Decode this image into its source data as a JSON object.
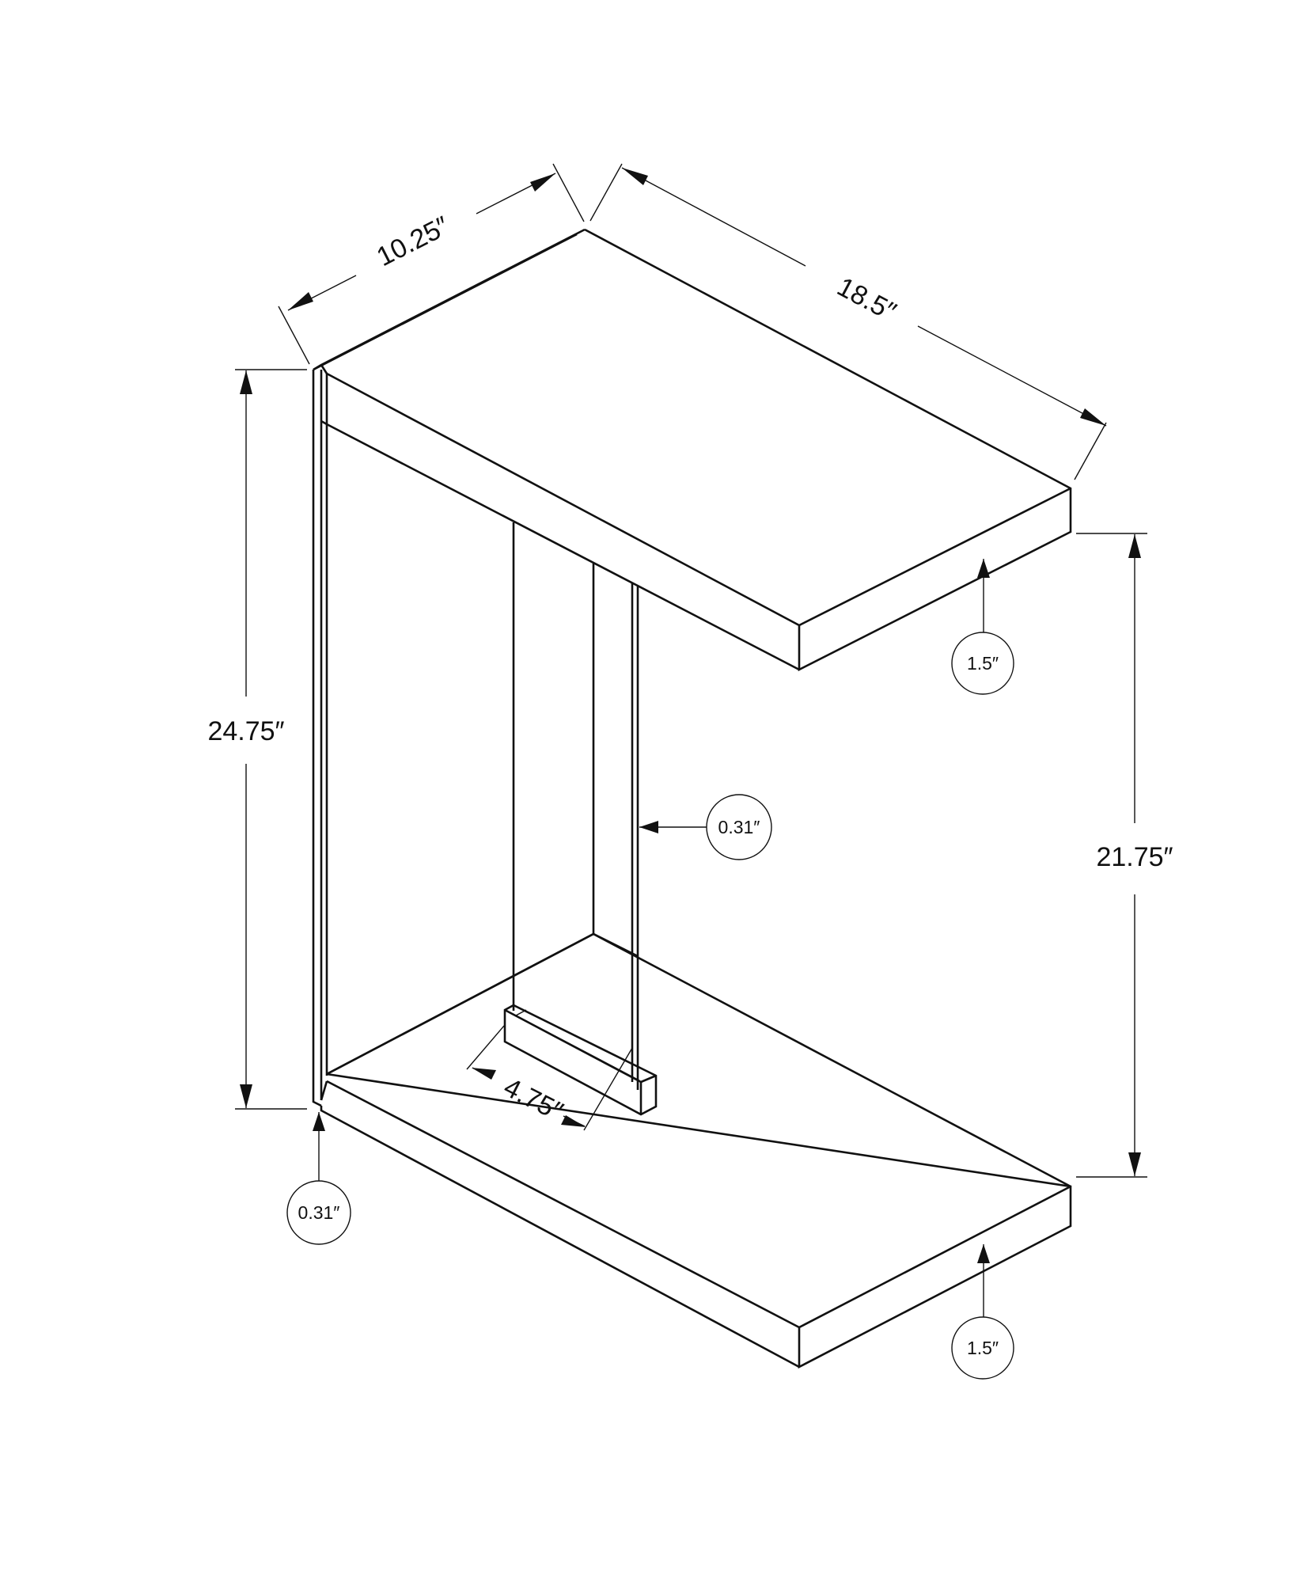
{
  "dimensions": {
    "depth": "10.25″",
    "width": "18.5″",
    "overall_height": "24.75″",
    "inner_height": "21.75″",
    "slot_width": "4.75″"
  },
  "callouts": {
    "top_thickness": "1.5″",
    "bottom_thickness": "1.5″",
    "side_panel_thickness": "0.31″",
    "glass_thickness": "0.31″"
  }
}
